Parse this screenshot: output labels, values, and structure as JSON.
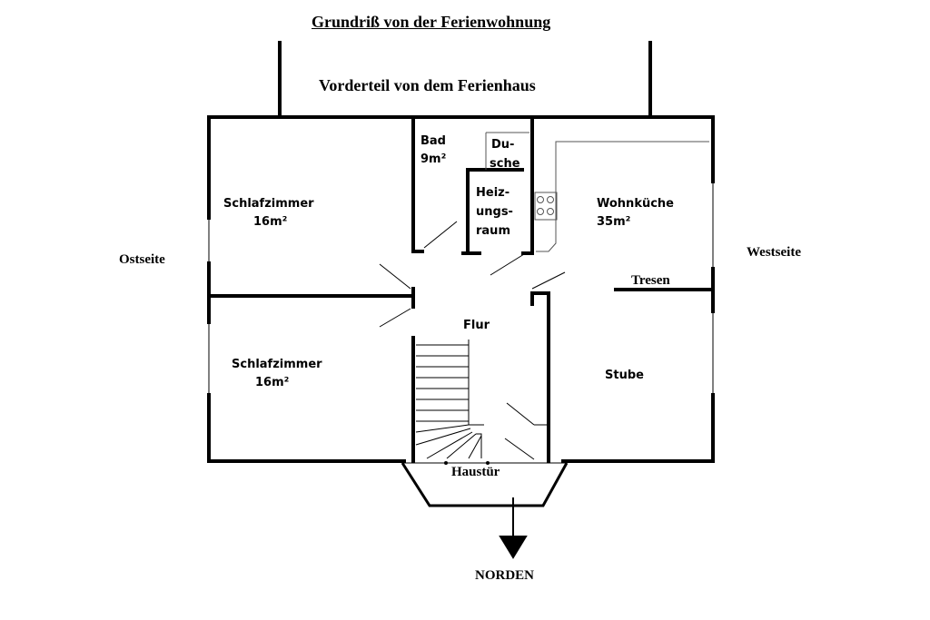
{
  "title": "Grundriß von der Ferienwohnung",
  "front_label": "Vorderteil von dem Ferienhaus",
  "sides": {
    "east": "Ostseite",
    "west": "Westseite",
    "north": "NORDEN"
  },
  "rooms": {
    "bedroom_top": {
      "name": "Schlafzimmer",
      "area": "16m²"
    },
    "bedroom_bottom": {
      "name": "Schlafzimmer",
      "area": "16m²"
    },
    "bath": {
      "name": "Bad",
      "area": "9m²"
    },
    "shower": {
      "line1": "Du-",
      "line2": "sche"
    },
    "heating": {
      "line1": "Heiz-",
      "line2": "ungs-",
      "line3": "raum"
    },
    "kitchen": {
      "name": "Wohnküche",
      "area": "35m²"
    },
    "counter": "Tresen",
    "hall": "Flur",
    "living": "Stube",
    "entrance": "Haustür"
  },
  "colors": {
    "line": "#000000",
    "fixture": "#555555",
    "background": "#ffffff"
  }
}
